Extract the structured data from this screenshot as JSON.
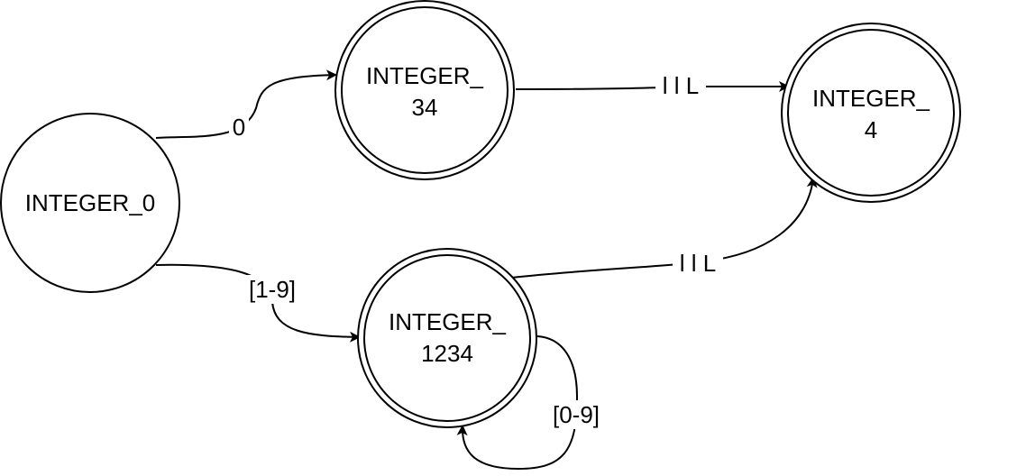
{
  "nodes": {
    "integer_0": {
      "lines": [
        "INTEGER_0"
      ],
      "accepting": false
    },
    "integer_34": {
      "lines": [
        "INTEGER_",
        "34"
      ],
      "accepting": true
    },
    "integer_4": {
      "lines": [
        "INTEGER_",
        "4"
      ],
      "accepting": true
    },
    "integer_1234": {
      "lines": [
        "INTEGER_",
        "1234"
      ],
      "accepting": true
    }
  },
  "edges": {
    "e0_34": {
      "from": "integer_0",
      "to": "integer_34",
      "label": "0"
    },
    "e0_1234": {
      "from": "integer_0",
      "to": "integer_1234",
      "label": "[1-9]"
    },
    "e34_4": {
      "from": "integer_34",
      "to": "integer_4",
      "label": "l l L"
    },
    "e1234_4": {
      "from": "integer_1234",
      "to": "integer_4",
      "label": "l l L"
    },
    "e1234_self": {
      "from": "integer_1234",
      "to": "integer_1234",
      "label": "[0-9]"
    }
  },
  "colors": {
    "stroke": "#000000",
    "fill": "#ffffff"
  }
}
